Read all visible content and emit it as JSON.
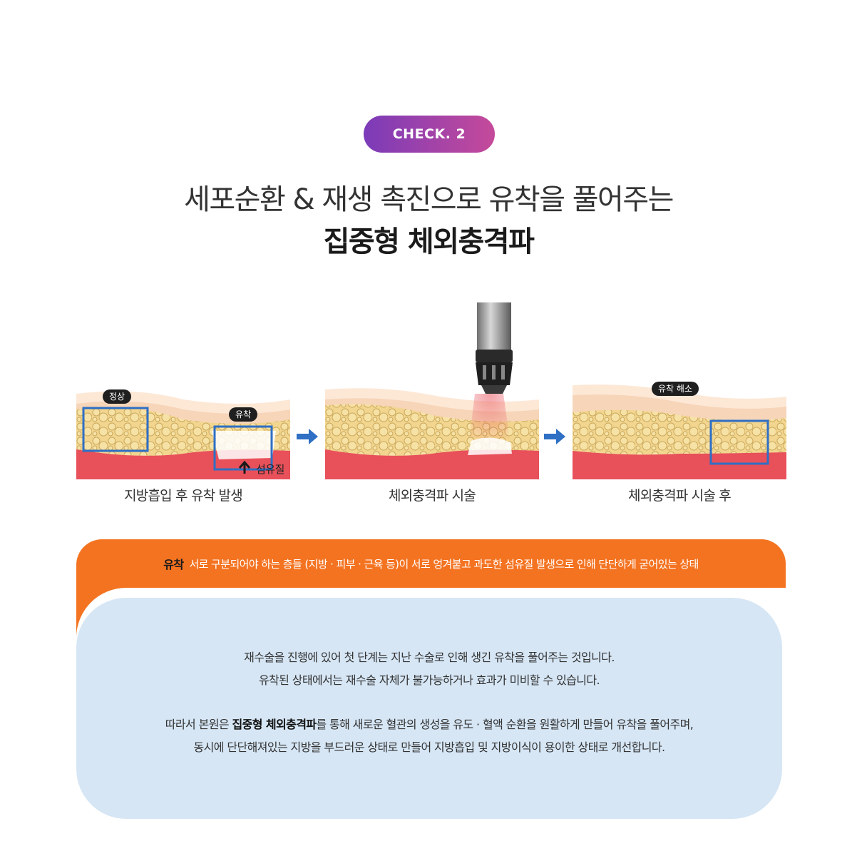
{
  "badge": {
    "label": "CHECK. 2"
  },
  "headline": {
    "line1": "세포순환 & 재생 촉진으로 유착을 풀어주는",
    "line2": "집중형 체외충격파"
  },
  "panels": [
    {
      "caption": "지방흡입 후 유착 발생",
      "tag_normal": "정상",
      "tag_adhesion": "유착",
      "fiber_label": "섬유질"
    },
    {
      "caption": "체외충격파 시술"
    },
    {
      "caption": "체외충격파 시술 후",
      "tag_released": "유착 해소"
    }
  ],
  "definition": {
    "term": "유착",
    "text": "서로 구분되어야 하는 층들 (지방 · 피부 · 근육 등)이 서로 엉겨붙고 과도한 섬유질 발생으로 인해 단단하게 굳어있는 상태"
  },
  "body": {
    "p1_line1": "재수술을 진행에 있어 첫 단계는 지난 수술로 인해 생긴 유착을 풀어주는 것입니다.",
    "p1_line2": "유착된 상태에서는 재수술 자체가 불가능하거나 효과가 미비할 수 있습니다.",
    "p2_line1_pre": "따라서 본원은 ",
    "p2_line1_bold": "집중형 체외충격파",
    "p2_line1_post": "를 통해 새로운 혈관의 생성을 유도 · 혈액 순환을 원활하게 만들어 유착을 풀어주며,",
    "p2_line2": "동시에 단단해져있는 지방을 부드러운 상태로 만들어 지방흡입 및 지방이식이 용이한 상태로 개선합니다."
  },
  "colors": {
    "badge_start": "#7b3bb8",
    "badge_end": "#c54a9a",
    "orange": "#f47321",
    "blue_box": "#d6e6f5",
    "arrow": "#2f6fc4",
    "highlight_box": "#2f6fc4"
  },
  "icons": {
    "arrow": "arrow-right-icon",
    "fiber_arrow": "arrow-up-icon"
  }
}
